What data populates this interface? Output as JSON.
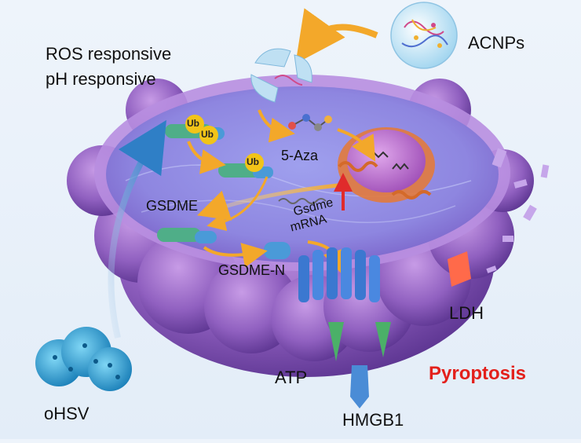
{
  "labels": {
    "ros": "ROS responsive",
    "ph": "pH responsive",
    "acnps": "ACNPs",
    "aza": "5-Aza",
    "gsdme": "GSDME",
    "gsdme_n": "GSDME-N",
    "mrna_line1": "Gsdme",
    "mrna_line2": "mRNA",
    "ldh": "LDH",
    "atp": "ATP",
    "hmgb1": "HMGB1",
    "pyroptosis": "Pyroptosis",
    "ohsv": "oHSV",
    "ub": "Ub"
  },
  "colors": {
    "background": "#e8f0f9",
    "cell_membrane": "#a77fd0",
    "cytoplasm": "#8f8de8",
    "nucleus": "#c080d0",
    "er": "#e07a40",
    "gsdme_green": "#4fae88",
    "gsdme_blue": "#4a9ad8",
    "ub_yellow": "#f2c418",
    "arrow_yellow": "#f5b53a",
    "arrow_blue": "#3a86c8",
    "arrow_red": "#e02b2b",
    "pore_blue": "#3b78d0",
    "ldh_red": "#ff6a4a",
    "atp_green": "#4bb068",
    "hmgb1_blue": "#4a8cd6",
    "pyroptosis_red": "#e3201b",
    "virus_blue": "#2aa0d8"
  },
  "icons": [
    "nanoparticle-icon",
    "virus-icon",
    "nucleus-icon",
    "er-icon",
    "pore-icon"
  ]
}
